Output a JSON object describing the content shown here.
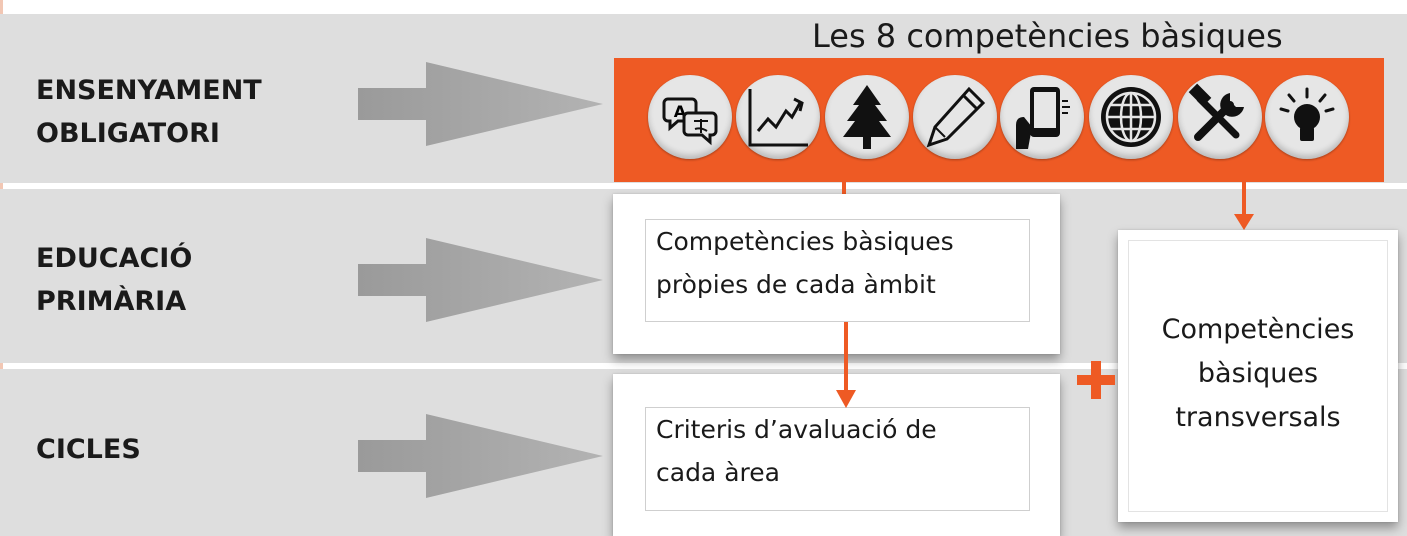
{
  "colors": {
    "accent": "#ee5a24",
    "band": "#dedede",
    "arrow_gray": "#a8a8a8"
  },
  "levels": [
    {
      "label": "ENSENYAMENT\nOBLIGATORI"
    },
    {
      "label": "EDUCACIÓ\nPRIMÀRIA"
    },
    {
      "label": "CICLES"
    }
  ],
  "competences": {
    "header": "Les 8 competències bàsiques",
    "icons": [
      "translation-icon",
      "chart-trend-icon",
      "tree-icon",
      "pencil-icon",
      "tablet-icon",
      "globe-icon",
      "tools-icon",
      "lightbulb-icon"
    ]
  },
  "boxes": {
    "area_competences": "Competències bàsiques\npròpies de cada àmbit",
    "evaluation_criteria": "Criteris d’avaluació de\ncada àrea",
    "transversal": "Competències\nbàsiques\ntransversals"
  }
}
